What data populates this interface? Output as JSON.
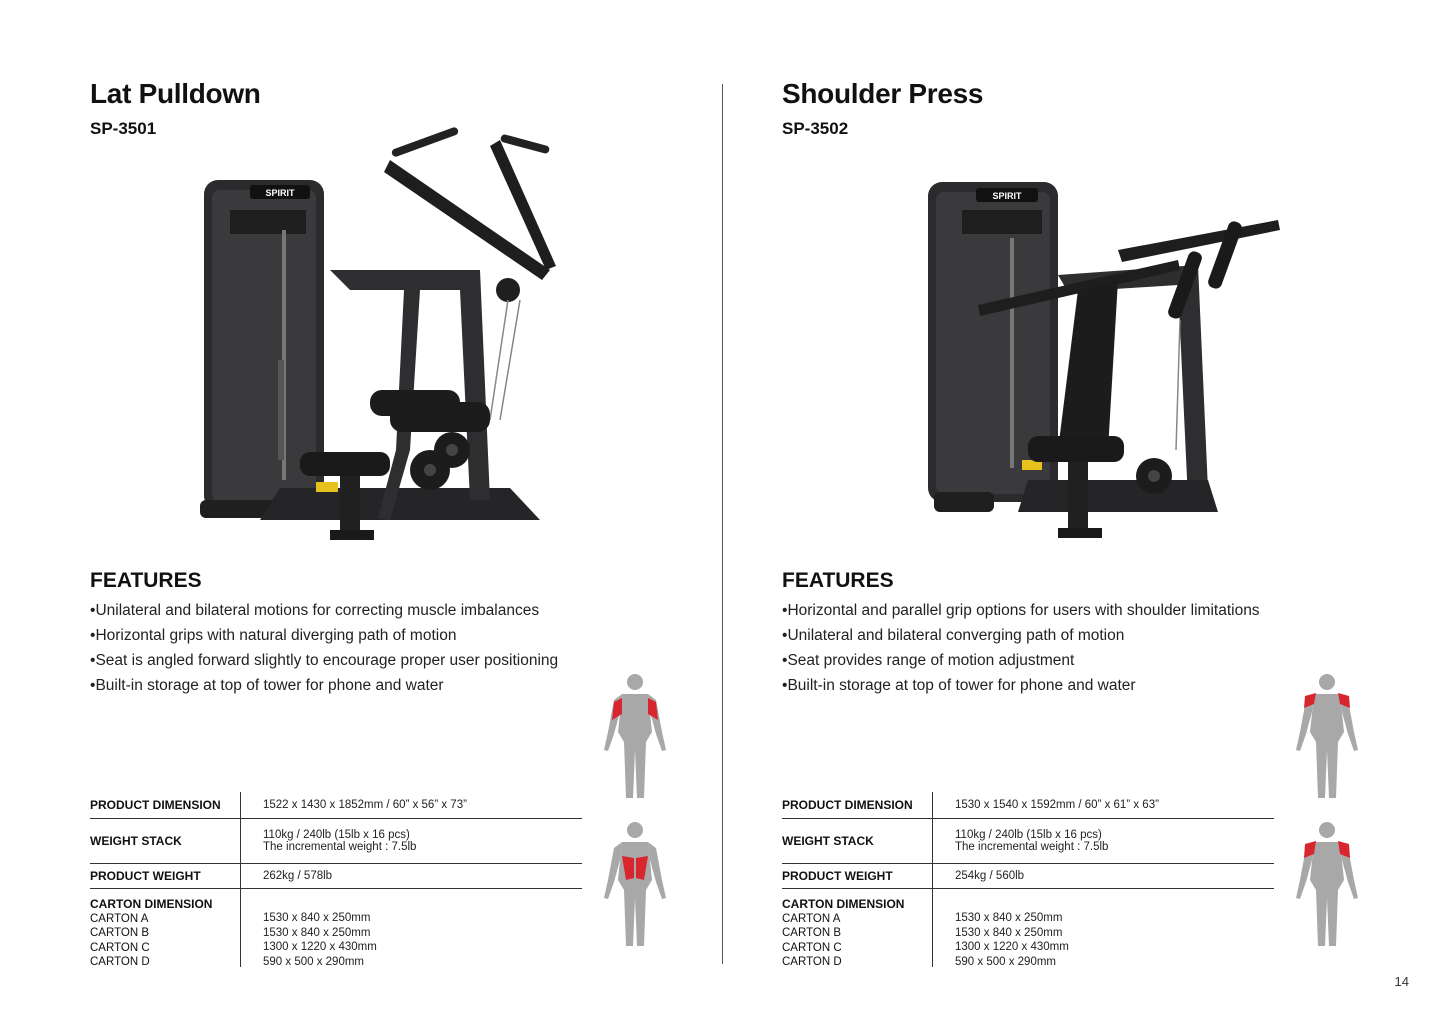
{
  "products": [
    {
      "title": "Lat Pulldown",
      "model": "SP-3501",
      "brand": "SPIRIT",
      "features_heading": "FEATURES",
      "features": [
        "Unilateral and bilateral motions for correcting muscle imbalances",
        "Horizontal grips with natural diverging path of motion",
        "Seat is angled forward slightly to encourage proper user positioning",
        "Built-in storage at top of tower for phone and water"
      ],
      "specs": {
        "product_dimension_label": "PRODUCT DIMENSION",
        "product_dimension": "1522 x 1430 x 1852mm / 60” x 56” x 73”",
        "weight_stack_label": "WEIGHT STACK",
        "weight_stack_1": "110kg / 240lb (15lb x 16 pcs)",
        "weight_stack_2": "The incremental weight : 7.5lb",
        "product_weight_label": "PRODUCT WEIGHT",
        "product_weight": "262kg / 578lb",
        "carton_dimension_label": "CARTON DIMENSION",
        "cartons": [
          {
            "label": "CARTON A",
            "value": "1530 x 840 x 250mm"
          },
          {
            "label": "CARTON B",
            "value": "1530 x 840 x 250mm"
          },
          {
            "label": "CARTON C",
            "value": "1300 x 1220 x 430mm"
          },
          {
            "label": "CARTON D",
            "value": "590 x 500 x 290mm"
          }
        ]
      }
    },
    {
      "title": "Shoulder Press",
      "model": "SP-3502",
      "brand": "SPIRIT",
      "features_heading": "FEATURES",
      "features": [
        "Horizontal and parallel grip options for users with shoulder limitations",
        "Unilateral and bilateral converging path of motion",
        "Seat provides range of motion adjustment",
        "Built-in storage at top of tower for phone and water"
      ],
      "specs": {
        "product_dimension_label": "PRODUCT DIMENSION",
        "product_dimension": "1530 x 1540 x 1592mm / 60” x 61” x 63”",
        "weight_stack_label": "WEIGHT STACK",
        "weight_stack_1": "110kg / 240lb (15lb x 16 pcs)",
        "weight_stack_2": "The incremental weight : 7.5lb",
        "product_weight_label": "PRODUCT WEIGHT",
        "product_weight": "254kg / 560lb",
        "carton_dimension_label": "CARTON DIMENSION",
        "cartons": [
          {
            "label": "CARTON A",
            "value": "1530 x 840 x 250mm"
          },
          {
            "label": "CARTON B",
            "value": "1530 x 840 x 250mm"
          },
          {
            "label": "CARTON C",
            "value": "1300 x 1220 x 430mm"
          },
          {
            "label": "CARTON D",
            "value": "590 x 500 x 290mm"
          }
        ]
      }
    }
  ],
  "colors": {
    "muscle_highlight": "#d8262f",
    "body_fill": "#a8a8a8",
    "machine_dark": "#2b2b2d",
    "accent_yellow": "#e8c21c"
  },
  "page_number": "14"
}
